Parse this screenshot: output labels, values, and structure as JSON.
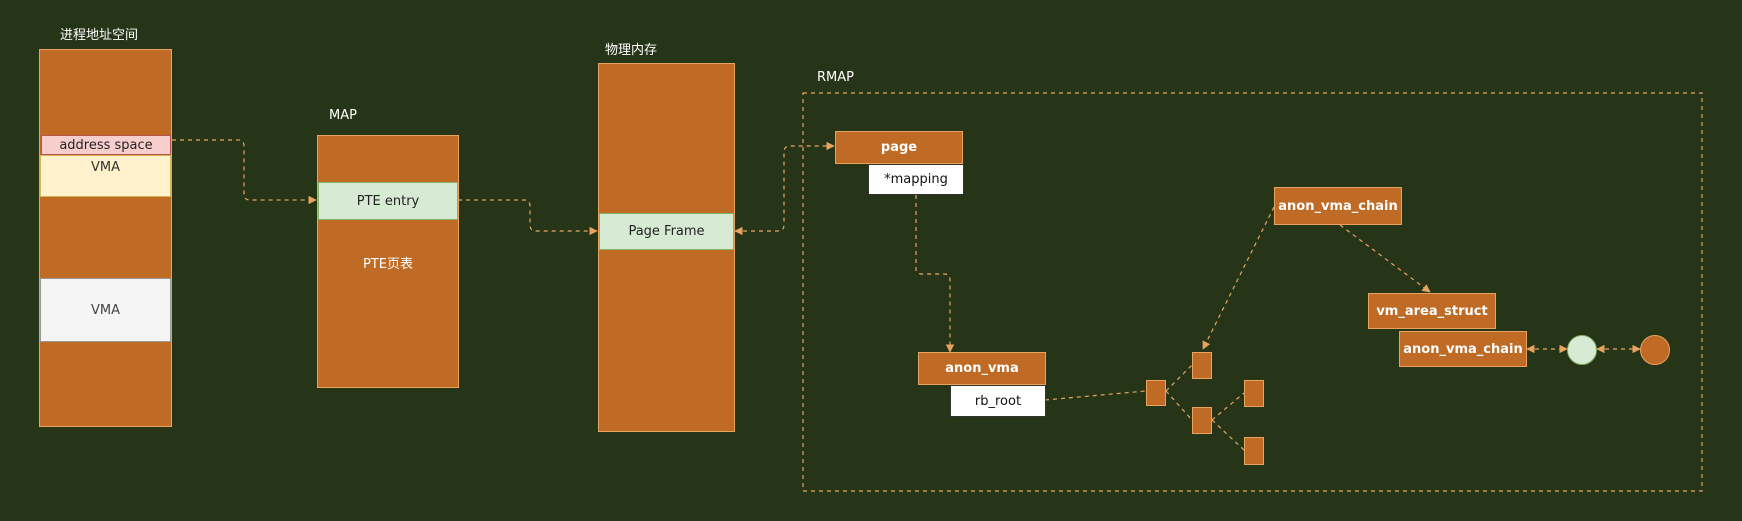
{
  "titles": {
    "process_space": "进程地址空间",
    "map": "MAP",
    "physical_memory": "物理内存",
    "rmap": "RMAP"
  },
  "process": {
    "address_space": "address space",
    "vma1": "VMA",
    "vma2": "VMA"
  },
  "map": {
    "pte_entry": "PTE entry",
    "pte_table": "PTE页表"
  },
  "physical": {
    "page_frame": "Page Frame"
  },
  "rmap": {
    "page": "page",
    "mapping": "*mapping",
    "anon_vma": "anon_vma",
    "rb_root": "rb_root",
    "anon_vma_chain_top": "anon_vma_chain",
    "vm_area_struct": "vm_area_struct",
    "anon_vma_chain_bottom": "anon_vma_chain"
  },
  "colors": {
    "background": "#263518",
    "orange_fill": "#bf6b25",
    "orange_stroke": "#e8a35e",
    "green_fill": "#d6ead4",
    "pink_fill": "#f8cecc",
    "cream_fill": "#fff2cc",
    "connector": "#e8a35e"
  }
}
